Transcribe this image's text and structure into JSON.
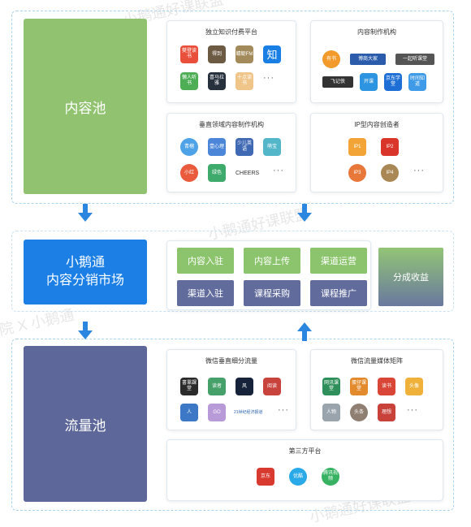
{
  "pools": {
    "content": "内容池",
    "market": [
      "小鹅通",
      "内容分销市场"
    ],
    "traffic": "流量池"
  },
  "panels": {
    "knowledge": {
      "title": "独立知识付费平台",
      "logos": [
        "樊登读书",
        "得到",
        "蜻蜓FM",
        "知",
        "懒人听书",
        "喜马拉雅",
        "十点读书"
      ]
    },
    "producer": {
      "title": "内容制作机构",
      "logos": [
        "有书",
        "博商大家",
        "一起听课堂",
        "飞记侠",
        "开课",
        "京东学堂",
        "时间知道"
      ]
    },
    "vertical": {
      "title": "垂直领域内容制作机构",
      "logos": [
        "青榴",
        "壹心理",
        "少儿英语",
        "萌宝",
        "小红",
        "绿色",
        "CHEERS"
      ]
    },
    "ip": {
      "title": "IP型内容创造者",
      "logos": [
        "IP1",
        "IP2",
        "IP3",
        "IP4"
      ]
    },
    "wechat_vertical": {
      "title": "微信垂直细分流量",
      "logos": [
        "書單課堂",
        "读者",
        "风",
        "阅读",
        "人",
        "GO",
        "21世纪经济报道"
      ]
    },
    "wechat_matrix": {
      "title": "微信流量媒体矩阵",
      "logos": [
        "网讯课堂",
        "蛋仔课堂",
        "读书",
        "头像",
        "人物",
        "头条",
        "理想"
      ]
    },
    "third": {
      "title": "第三方平台",
      "logos": [
        "京东",
        "优酷",
        "腾讯视频"
      ]
    }
  },
  "market_buttons": [
    "内容入驻",
    "内容上传",
    "渠道运营",
    "渠道入驻",
    "课程采购",
    "课程推广",
    "分成收益"
  ],
  "more": "···",
  "watermarks": [
    "小鹅通好课联盟",
    "小鹅通好课联盟",
    "学院 X 小鹅通",
    "小鹅通好课联盟"
  ],
  "colors": {
    "content_pool": "#91c26f",
    "market_pool": "#1b7fe6",
    "traffic_pool": "#5d6799",
    "btn_green": "#8bc46c",
    "btn_purple": "#626c9c",
    "arrow": "#2a86df",
    "dashed_border": "#a9d3ee"
  }
}
